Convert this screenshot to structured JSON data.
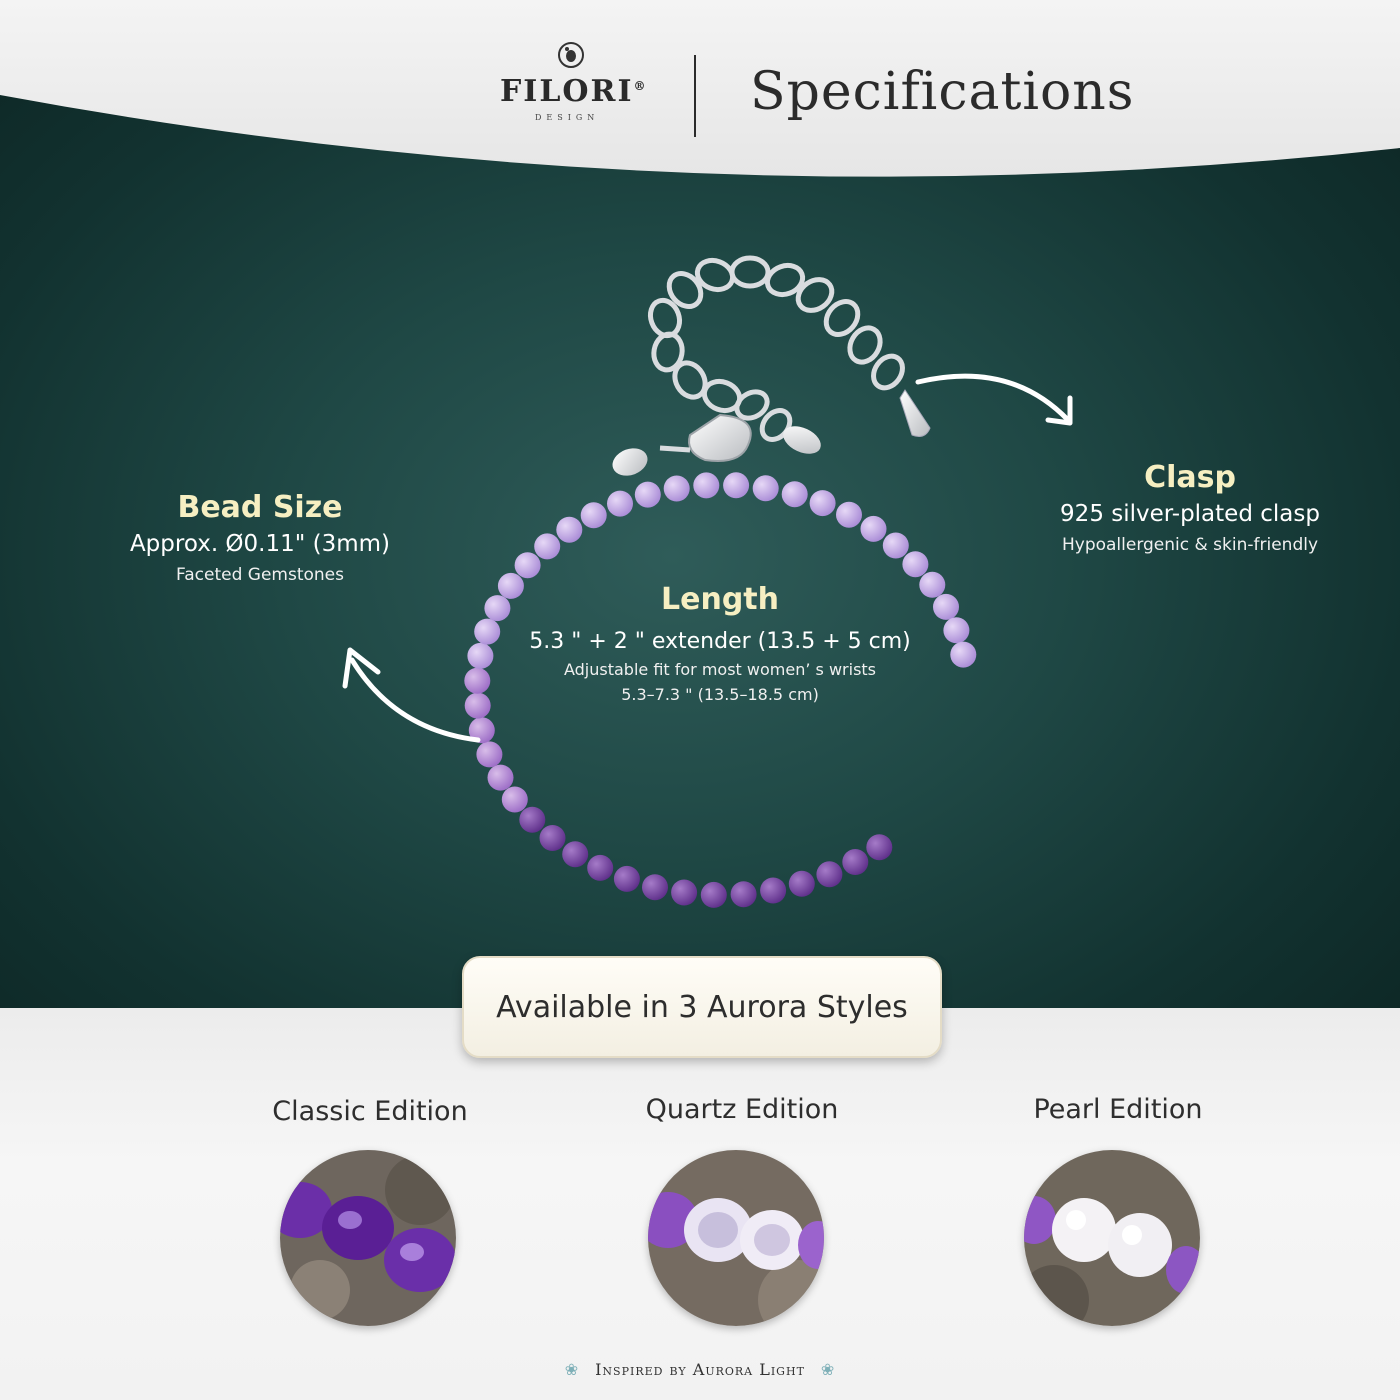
{
  "header": {
    "brand_name": "FILORI",
    "brand_mark": "®",
    "brand_sub": "DESIGN",
    "title": "Specifications"
  },
  "bead_size": {
    "title": "Bead Size",
    "line": "Approx. Ø0.11\" (3mm)",
    "small": "Faceted Gemstones"
  },
  "clasp": {
    "title": "Clasp",
    "line": "925 silver-plated clasp",
    "small": "Hypoallergenic & skin-friendly"
  },
  "length": {
    "title": "Length",
    "line": "5.3 \" + 2 \" extender (13.5 + 5 cm)",
    "small": "Adjustable fit for most women’ s wrists",
    "range": "5.3–7.3 \" (13.5–18.5 cm)"
  },
  "styles": {
    "banner": "Available in 3 Aurora Styles",
    "editions": [
      {
        "label": "Classic Edition"
      },
      {
        "label": "Quartz Edition"
      },
      {
        "label": "Pearl Edition"
      }
    ]
  },
  "footer": {
    "text": "Inspired by Aurora Light"
  },
  "colors": {
    "dark_green": "#1f4845",
    "accent_title": "#f6efc2",
    "amethyst": "#8a5fc0"
  }
}
